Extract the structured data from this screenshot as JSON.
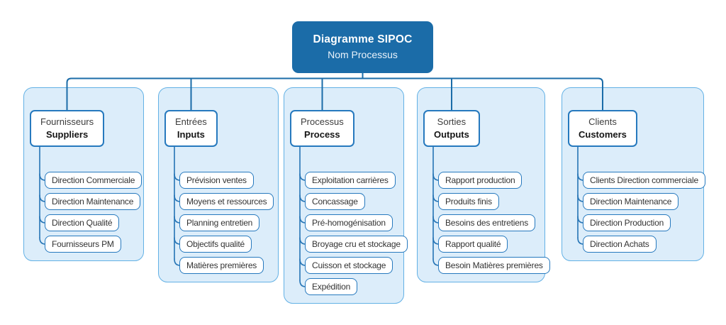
{
  "diagram": {
    "title": "Diagramme SIPOC",
    "subtitle": "Nom Processus"
  },
  "columns": [
    {
      "id": "suppliers",
      "title_fr": "Fournisseurs",
      "title_en": "Suppliers",
      "items": [
        "Direction Commerciale",
        "Direction Maintenance",
        "Direction Qualité",
        "Fournisseurs PM"
      ]
    },
    {
      "id": "inputs",
      "title_fr": "Entrées",
      "title_en": "Inputs",
      "items": [
        "Prévision ventes",
        "Moyens et ressources",
        "Planning entretien",
        "Objectifs qualité",
        "Matières premières"
      ]
    },
    {
      "id": "process",
      "title_fr": "Processus",
      "title_en": "Process",
      "items": [
        "Exploitation carrières",
        "Concassage",
        "Pré-homogénisation",
        "Broyage cru et stockage",
        "Cuisson et stockage",
        "Expédition"
      ]
    },
    {
      "id": "outputs",
      "title_fr": "Sorties",
      "title_en": "Outputs",
      "items": [
        "Rapport production",
        "Produits finis",
        "Besoins des entretiens",
        "Rapport qualité",
        "Besoin Matières premières"
      ]
    },
    {
      "id": "customers",
      "title_fr": "Clients",
      "title_en": "Customers",
      "items": [
        "Clients Direction commerciale",
        "Direction Maintenance",
        "Direction Production",
        "Direction Achats"
      ]
    }
  ],
  "colors": {
    "header_bg": "#1B6CA8",
    "header_text": "#FFFFFF",
    "container_bg": "#DCEDFA",
    "container_border": "#63B1E5",
    "node_border": "#2679BE",
    "node_bg": "#FFFFFF",
    "node_text": "#333333",
    "connector": "#1B6CA8"
  }
}
